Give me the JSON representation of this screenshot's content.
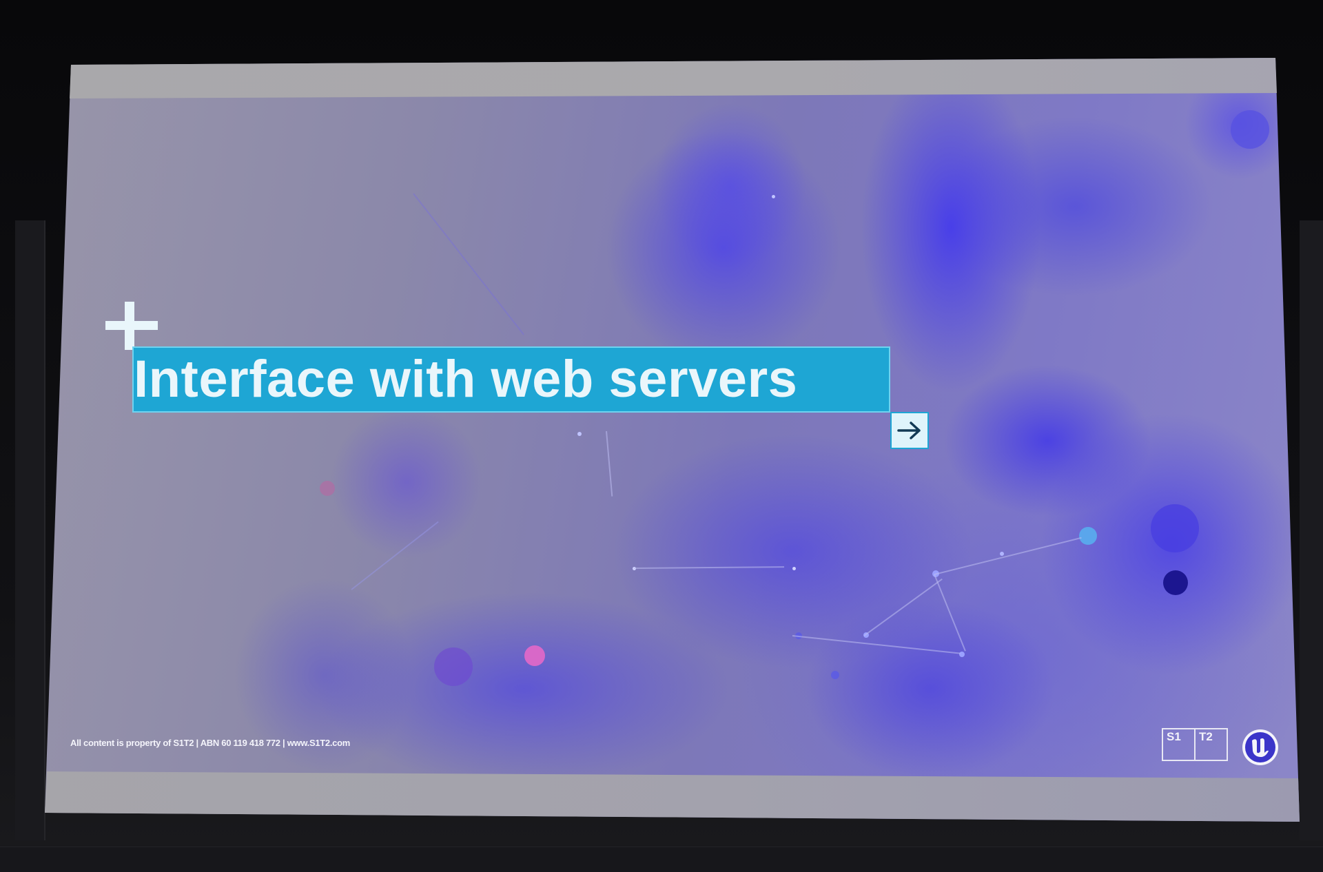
{
  "slide": {
    "title": "Interface with web servers",
    "footer": "All content is property of S1T2 | ABN 60 119 418 772 | www.S1T2.com",
    "logo": {
      "cell_left": "S1",
      "cell_right": "T2",
      "unreal_icon": "unreal-engine-icon"
    },
    "icons": {
      "plus": "plus-icon",
      "arrow": "arrow-right-icon"
    }
  },
  "colors": {
    "selection_fill": "#1ea6d4",
    "selection_border": "#6fd3f0",
    "title_text": "#eaf6fb",
    "cloud_blue": "#4f46e5",
    "room_dark": "#0b0b0e"
  }
}
